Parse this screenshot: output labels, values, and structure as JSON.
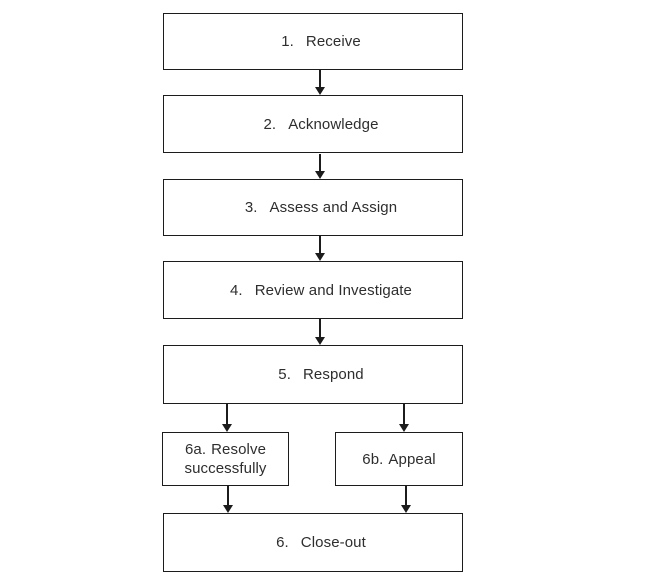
{
  "flowchart": {
    "nodes": [
      {
        "id": "receive",
        "number": "1.",
        "label": "Receive"
      },
      {
        "id": "acknowledge",
        "number": "2.",
        "label": "Acknowledge"
      },
      {
        "id": "assess-and-assign",
        "number": "3.",
        "label": "Assess and Assign"
      },
      {
        "id": "review-and-investigate",
        "number": "4.",
        "label": "Review and Investigate"
      },
      {
        "id": "respond",
        "number": "5.",
        "label": "Respond"
      },
      {
        "id": "resolve-successfully",
        "number": "6a.",
        "label": "Resolve successfully"
      },
      {
        "id": "appeal",
        "number": "6b.",
        "label": "Appeal"
      },
      {
        "id": "close-out",
        "number": "6.",
        "label": "Close-out"
      }
    ],
    "edges": [
      {
        "from": "receive",
        "to": "acknowledge"
      },
      {
        "from": "acknowledge",
        "to": "assess-and-assign"
      },
      {
        "from": "assess-and-assign",
        "to": "review-and-investigate"
      },
      {
        "from": "review-and-investigate",
        "to": "respond"
      },
      {
        "from": "respond",
        "to": "resolve-successfully"
      },
      {
        "from": "respond",
        "to": "appeal"
      },
      {
        "from": "resolve-successfully",
        "to": "close-out"
      },
      {
        "from": "appeal",
        "to": "close-out"
      }
    ],
    "colors": {
      "box_border": "#1c1c1c",
      "arrow": "#1c1c1c",
      "text": "#2e2e2e",
      "background": "#ffffff"
    }
  }
}
